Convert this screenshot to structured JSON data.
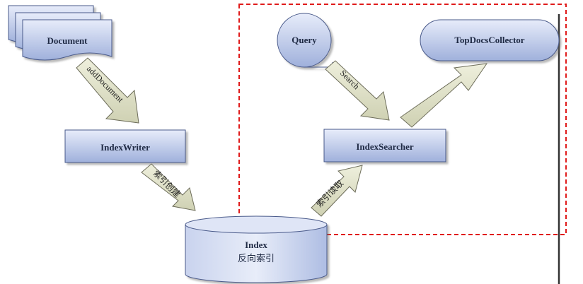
{
  "diagram": {
    "nodes": {
      "document": {
        "label": "Document"
      },
      "index_writer": {
        "label": "IndexWriter"
      },
      "index": {
        "label": "Index",
        "sublabel": "反向索引"
      },
      "query": {
        "label": "Query"
      },
      "top_docs_collector": {
        "label": "TopDocsCollector"
      },
      "index_searcher": {
        "label": "IndexSearcher"
      }
    },
    "arrows": {
      "add_document": {
        "label": "addDocument"
      },
      "create_index": {
        "label": "索引创建"
      },
      "read_index": {
        "label": "索引读取"
      },
      "search": {
        "label": "Search"
      }
    }
  }
}
